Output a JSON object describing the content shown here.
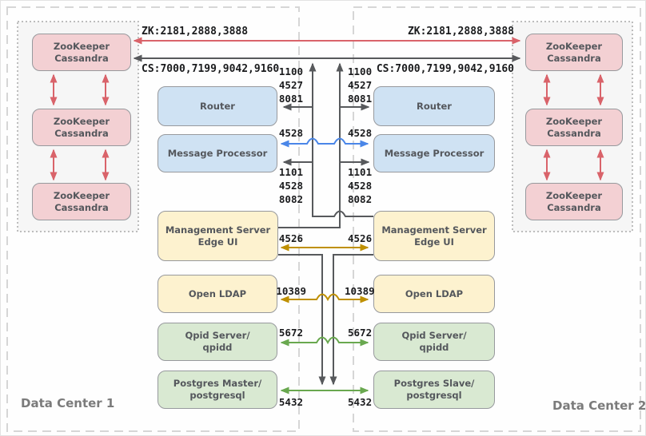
{
  "dc1": {
    "label": "Data Center 1",
    "cluster_nodes": [
      "ZooKeeper\nCassandra",
      "ZooKeeper\nCassandra",
      "ZooKeeper\nCassandra"
    ],
    "components": {
      "router": "Router",
      "message_processor": "Message Processor",
      "management_server": "Management Server\nEdge UI",
      "ldap": "Open LDAP",
      "qpid": "Qpid Server/\nqpidd",
      "postgres": "Postgres Master/\npostgresql"
    }
  },
  "dc2": {
    "label": "Data Center 2",
    "cluster_nodes": [
      "ZooKeeper\nCassandra",
      "ZooKeeper\nCassandra",
      "ZooKeeper\nCassandra"
    ],
    "components": {
      "router": "Router",
      "message_processor": "Message Processor",
      "management_server": "Management Server\nEdge UI",
      "ldap": "Open LDAP",
      "qpid": "Qpid Server/\nqpidd",
      "postgres": "Postgres Slave/\npostgresql"
    }
  },
  "ports": {
    "zookeeper_bus": "ZK:2181,2888,3888",
    "cassandra_bus": "CS:7000,7199,9042,9160",
    "router": [
      "1100",
      "4527",
      "8081"
    ],
    "message_processor_primary": "4528",
    "message_processor_secondary": [
      "1101",
      "4528",
      "8082"
    ],
    "management_server": "4526",
    "ldap": "10389",
    "qpid": "5672",
    "postgres": "5432"
  },
  "colors": {
    "cluster_link_red": "#d9636a",
    "dark_link": "#57595c",
    "blue_link": "#4a86e8",
    "yellow_link": "#bf9000",
    "green_link": "#69a84f",
    "cassandra_box": "#f3d0d3",
    "gateway_box": "#cfe2f3",
    "management_box": "#fdf2cf",
    "datastore_box": "#d9e9d2"
  }
}
